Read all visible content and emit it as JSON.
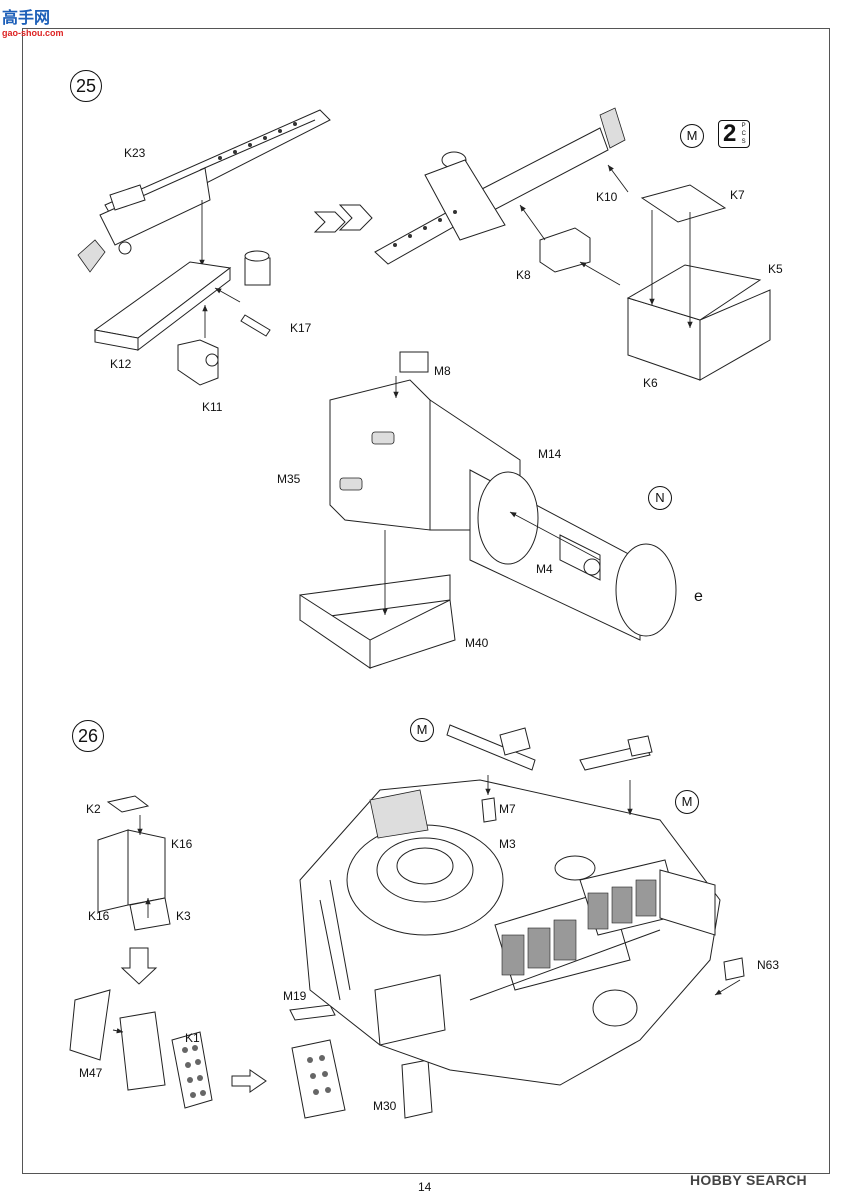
{
  "header": {
    "logo_main": "高手网",
    "logo_sub": "gao-shou.com"
  },
  "steps": [
    {
      "number": "25",
      "markers": [
        "M",
        "N"
      ],
      "pcs_count": "2",
      "pcs_label": "PCS",
      "parts": [
        "K23",
        "K12",
        "K11",
        "K17",
        "K10",
        "K7",
        "K8",
        "K5",
        "K6",
        "M8",
        "M14",
        "M35",
        "M4",
        "M40"
      ],
      "note": "e"
    },
    {
      "number": "26",
      "markers": [
        "M",
        "M"
      ],
      "parts": [
        "K2",
        "K16",
        "K16",
        "K3",
        "K1",
        "M47",
        "M7",
        "M3",
        "M19",
        "M30",
        "N63"
      ]
    }
  ],
  "footer": {
    "page_number": "14",
    "brand": "HOBBY SEARCH"
  }
}
